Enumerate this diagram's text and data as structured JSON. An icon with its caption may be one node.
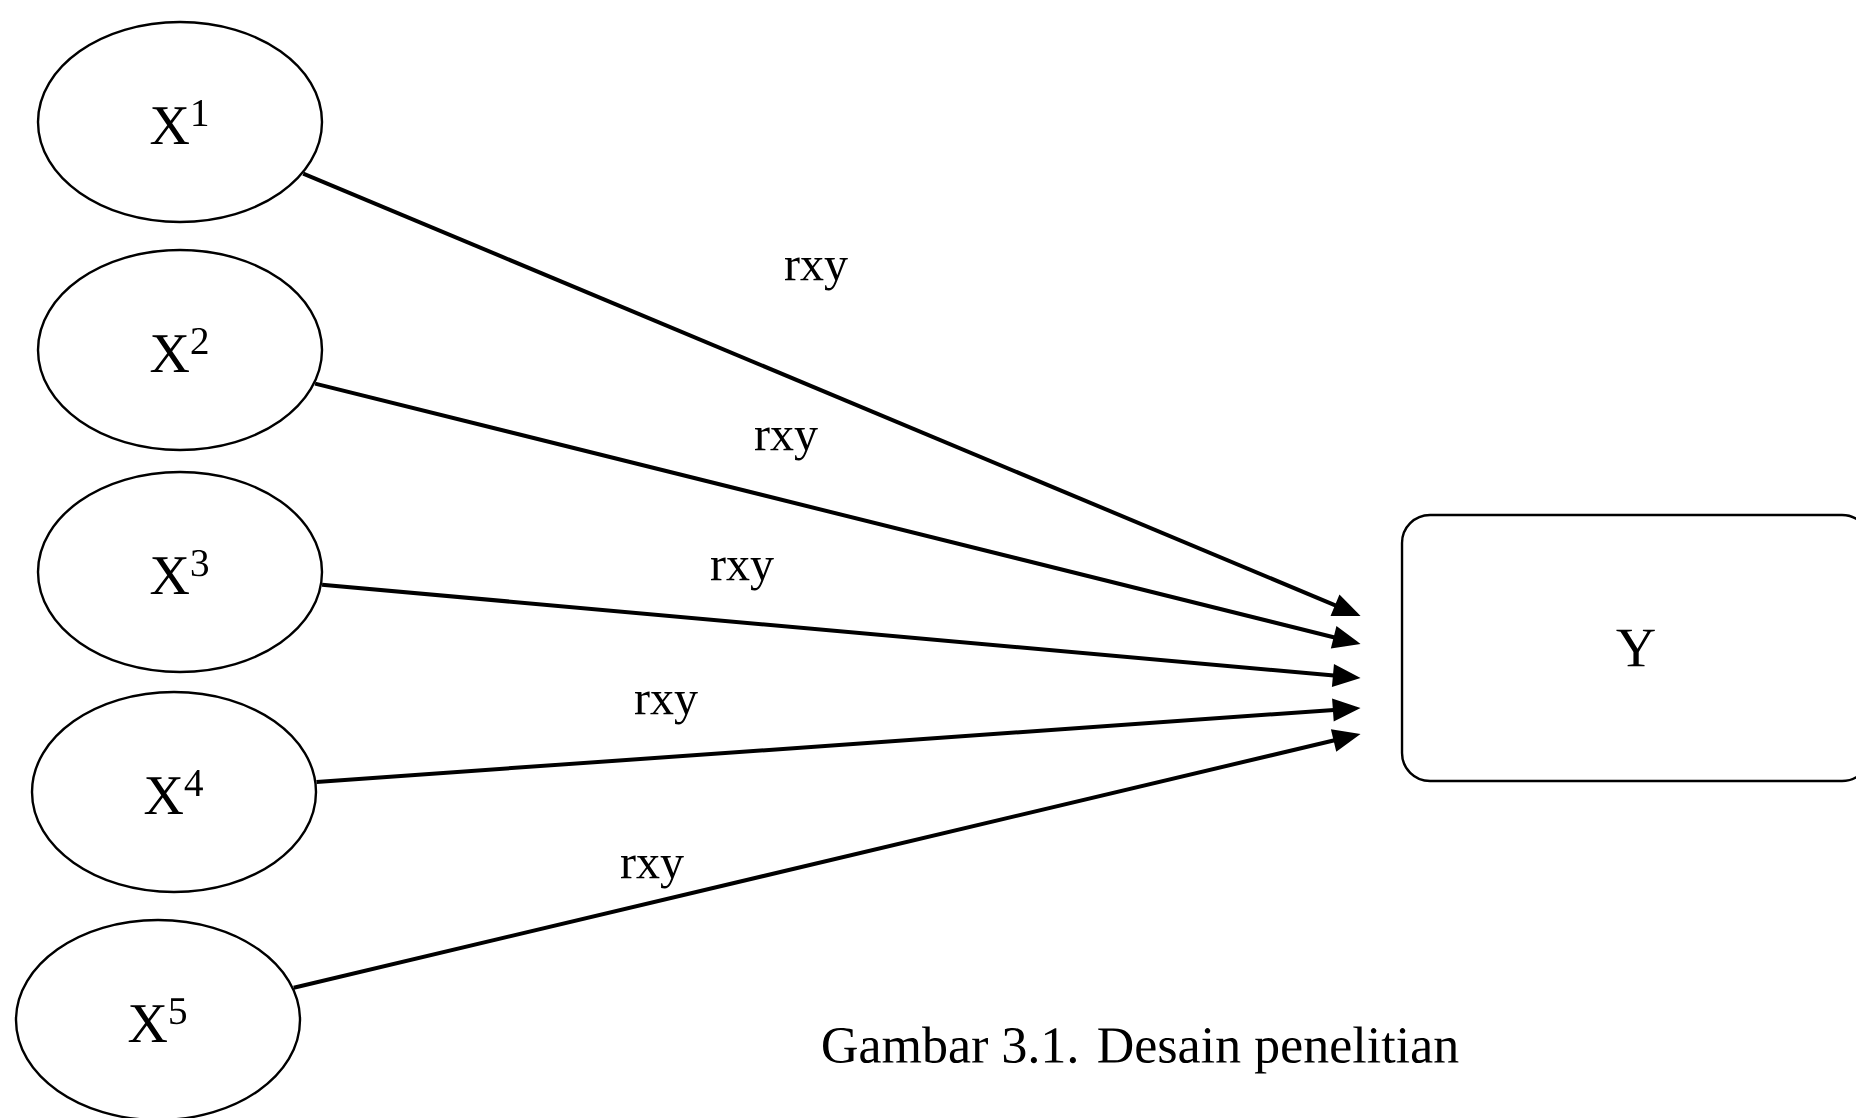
{
  "diagram": {
    "caption": "Gambar 3.1. Desain penelitian",
    "nodes": [
      {
        "text": [
          "X$^{1}$"
        ]
      },
      {
        "text": [
          "X$^{2}$"
        ]
      },
      {
        "text": [
          "X$^{3}$"
        ]
      },
      {
        "text": [
          "X$^{4}$"
        ]
      },
      {
        "text": [
          "X$^{5}$"
        ]
      },
      {
        "text": [
          "Y"
        ]
      }
    ],
    "edges": [
      {
        "from": 0,
        "to": 5,
        "arrow": "to",
        "label": "rxy"
      },
      {
        "from": 1,
        "to": 5,
        "arrow": "to",
        "label": "rxy"
      },
      {
        "from": 2,
        "to": 5,
        "arrow": "to",
        "label": "rxy"
      },
      {
        "from": 3,
        "to": 5,
        "arrow": "to",
        "label": "rxy"
      },
      {
        "from": 4,
        "to": 5,
        "arrow": "to",
        "label": "rxy"
      }
    ]
  }
}
